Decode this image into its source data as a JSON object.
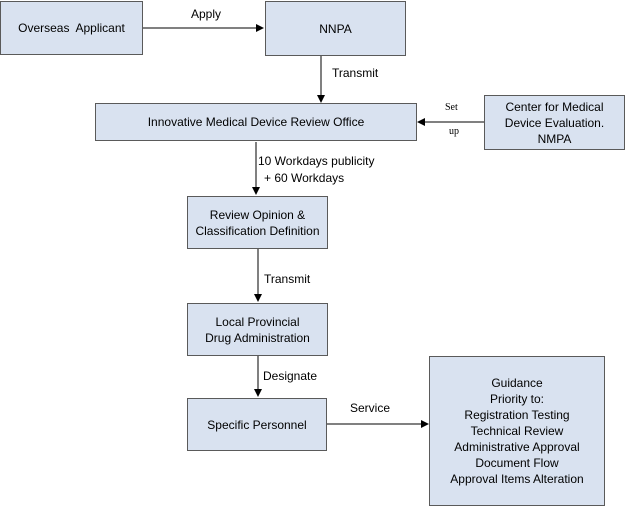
{
  "nodes": {
    "applicant": "Overseas  Applicant",
    "nnpa": "NNPA",
    "review_office": "Innovative Medical Device Review Office",
    "center": [
      "Center for Medical",
      "Device Evaluation.",
      "NMPA"
    ],
    "review_opinion": [
      "Review Opinion &",
      "Classification Definition"
    ],
    "local_admin": [
      "Local Provincial",
      "Drug Administration"
    ],
    "personnel": "Specific Personnel",
    "guidance": [
      "Guidance",
      "Priority to:",
      "Registration Testing",
      "Technical Review",
      "Administrative Approval",
      "Document Flow",
      "Approval Items Alteration"
    ]
  },
  "edges": {
    "apply": "Apply",
    "transmit_1": "Transmit",
    "set_up": [
      "Set",
      "up"
    ],
    "publicity": [
      "10 Workdays publicity",
      "+ 60 Workdays"
    ],
    "transmit_2": "Transmit",
    "designate": "Designate",
    "service": "Service"
  },
  "colors": {
    "box_fill": "#d9e2f0",
    "box_border": "#5a5a5a",
    "arrow": "#000000"
  }
}
